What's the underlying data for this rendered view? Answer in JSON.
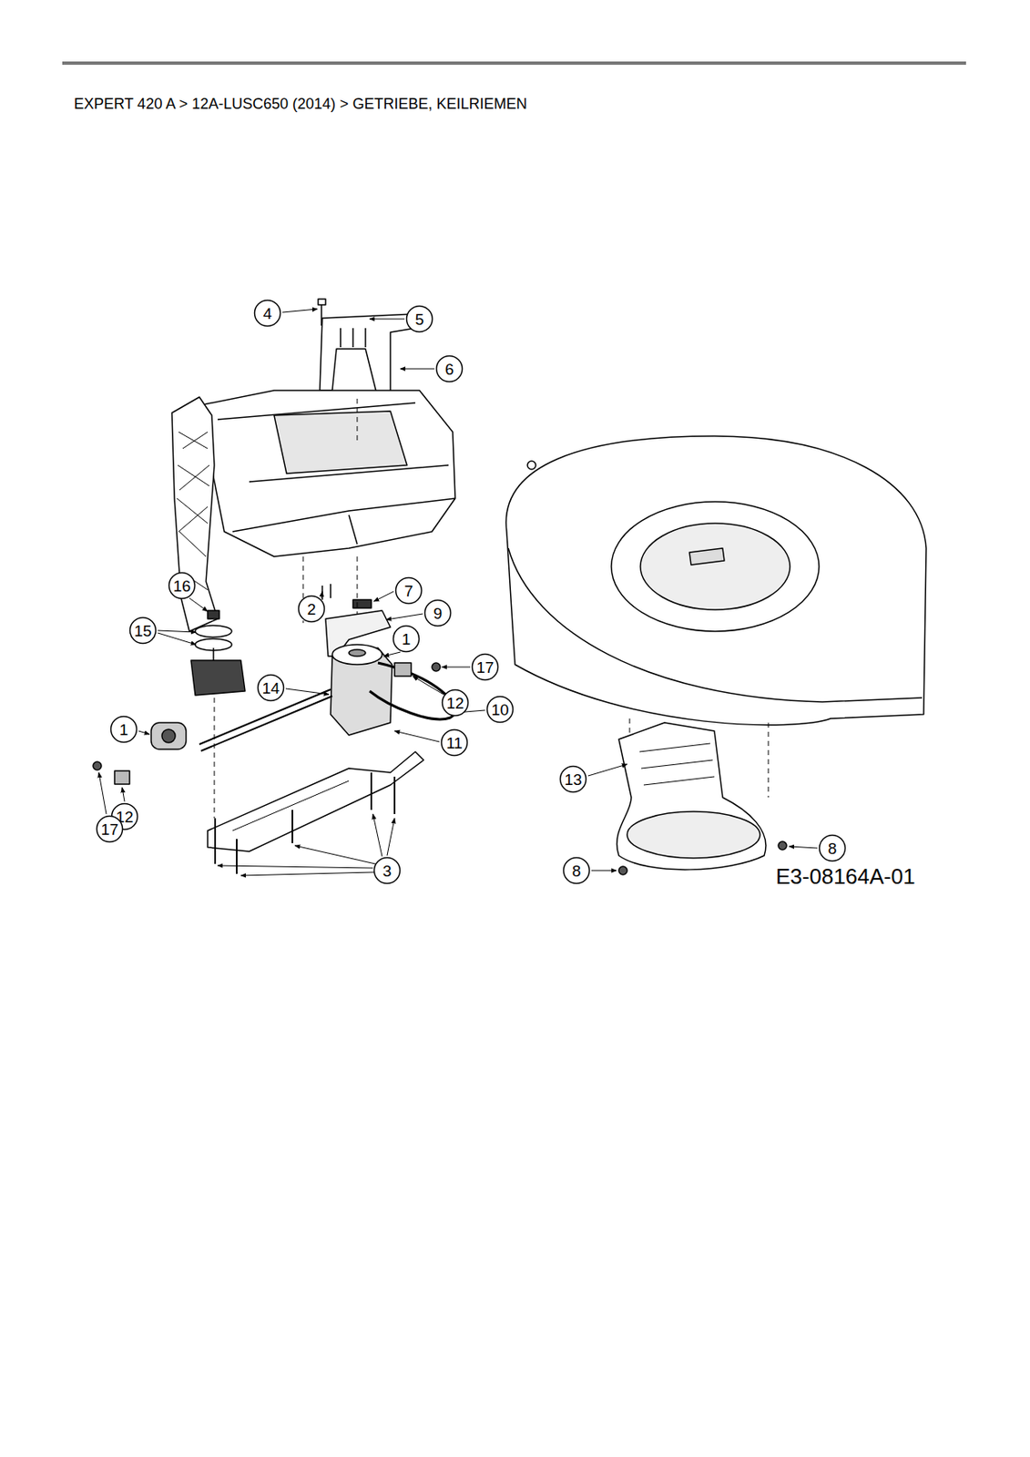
{
  "diagram": {
    "title": "EXPERT 420 A  >  12A-LUSC650 (2014)  >  GETRIEBE, KEILRIEMEN",
    "nodes": [
      {
        "text": [
          "4"
        ]
      },
      {
        "text": [
          "5"
        ]
      },
      {
        "text": [
          "6"
        ]
      },
      {
        "text": [
          "16"
        ]
      },
      {
        "text": [
          "7"
        ]
      },
      {
        "text": [
          "2"
        ]
      },
      {
        "text": [
          "9"
        ]
      },
      {
        "text": [
          "15"
        ]
      },
      {
        "text": [
          "1"
        ]
      },
      {
        "text": [
          "17"
        ]
      },
      {
        "text": [
          "14"
        ]
      },
      {
        "text": [
          "12"
        ]
      },
      {
        "text": [
          "1"
        ]
      },
      {
        "text": [
          "10"
        ]
      },
      {
        "text": [
          "11"
        ]
      },
      {
        "text": [
          "13"
        ]
      },
      {
        "text": [
          "12"
        ]
      },
      {
        "text": [
          "17"
        ]
      },
      {
        "text": [
          "8"
        ]
      },
      {
        "text": [
          "3"
        ]
      },
      {
        "text": [
          "8"
        ]
      }
    ],
    "labels": [
      "E3-08164A-01"
    ]
  }
}
